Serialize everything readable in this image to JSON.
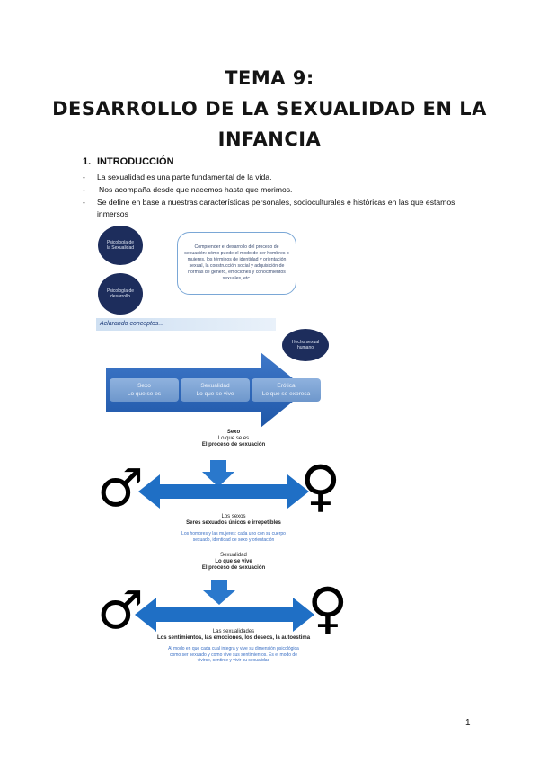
{
  "title": {
    "line1": "TEMA 9:",
    "line2": "DESARROLLO DE LA SEXUALIDAD EN LA",
    "line3": "INFANCIA"
  },
  "section": {
    "number": "1.",
    "heading": "INTRODUCCIÓN"
  },
  "bullets": [
    {
      "dash": "-",
      "text": "La sexualidad es una parte fundamental de la vida."
    },
    {
      "dash": "-",
      "text": "Nos acompaña desde que nacemos hasta que morimos."
    },
    {
      "dash": "-",
      "text": "Se define en base a nuestras características personales, socioculturales e históricas en las que estamos inmersos"
    }
  ],
  "diagram1": {
    "circle_top": "Psicología de la Sexualidad",
    "circle_bottom": "Psicología de desarrollo",
    "definition": "Comprender el desarrollo del proceso de sexuación: cómo puede el modo de ser hombres o mujeres, los términos de identidad y orientación sexual, la construcción social y adquisición de normas de género, emociones y conocimientos sexuales, etc."
  },
  "concepts": {
    "band_label": "Aclarando conceptos...",
    "fact_label": "Hecho sexual humano",
    "boxes": [
      {
        "title": "Sexo",
        "subtitle": "Lo que se es"
      },
      {
        "title": "Sexualidad",
        "subtitle": "Lo que se vive"
      },
      {
        "title": "Erótica",
        "subtitle": "Lo que se expresa"
      }
    ]
  },
  "sexo_block": {
    "title": "Sexo",
    "line1": "Lo que se es",
    "line2": "El proceso de sexuación",
    "bottom_title": "Los sexos",
    "bottom_line": "Seres sexuados únicos e irrepetibles",
    "blue_line1": "Los hombres y las mujeres: cada uno con su cuerpo",
    "blue_line2": "sexuado, identidad de sexo y orientación"
  },
  "sexualidad_block": {
    "title": "Sexualidad",
    "line1": "Lo que se vive",
    "line2": "El proceso de sexuación",
    "bottom_title": "Las sexualidades",
    "bottom_line": "Los sentimientos, las emociones, los deseos, la autoestima",
    "blue_line1": "Al modo en que cada cual integra y vive su dimensión psicológica",
    "blue_line2": "como ser sexuado y como vive sus sentimientos. Es el modo de",
    "blue_line3": "vivirse, sentirse y vivir su sexualidad"
  },
  "symbols": {
    "male": "♂",
    "female": "♀"
  },
  "colors": {
    "dark_navy": "#1d2d5c",
    "arrow_blue": "#1f6fc5",
    "light_blue": "#7aa7d6"
  },
  "page_number": "1"
}
